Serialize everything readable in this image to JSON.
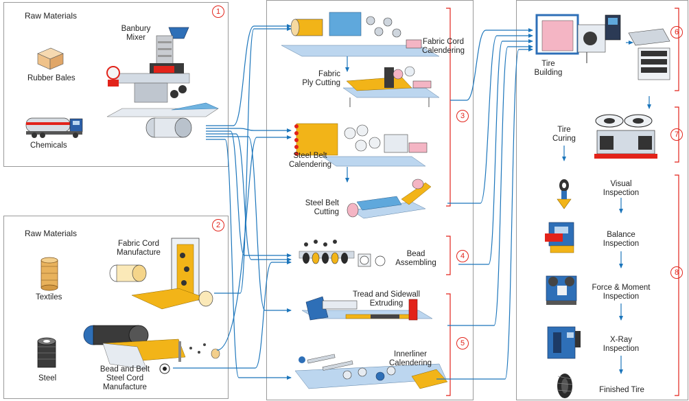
{
  "diagram": {
    "panels": {
      "raw1": {
        "title": "Raw Materials",
        "number": "1",
        "items": [
          "Rubber Bales",
          "Chemicals"
        ],
        "machine": "Banbury\nMixer"
      },
      "raw2": {
        "title": "Raw Materials",
        "number": "2",
        "items": [
          "Textiles",
          "Steel"
        ],
        "fabric_machine": "Fabric  Cord\nManufacture",
        "bead_machine": "Bead and Belt\nSteel Cord\nManufacture"
      },
      "middle": {
        "fabric_cord": "Fabric Cord\nCalendering",
        "ply_cutting": "Fabric\nPly Cutting",
        "steel_calendering": "Steel Belt\nCalendering",
        "steel_cutting": "Steel Belt\nCutting",
        "bead": "Bead\nAssembling",
        "tread": "Tread and Sidewall\nExtruding",
        "innerliner": "Innerliner\nCalendering",
        "numbers": [
          "3",
          "4",
          "5"
        ]
      },
      "right": {
        "tire_building": "Tire\nBuilding",
        "tire_curing": "Tire\nCuring",
        "visual": "Visual\nInspection",
        "balance": "Balance\nInspection",
        "force": "Force & Moment\nInspection",
        "xray": "X-Ray\nInspection",
        "finished": "Finished Tire",
        "numbers": [
          "6",
          "7",
          "8"
        ]
      }
    },
    "colors": {
      "accent_red": "#e2231a",
      "arrow_blue": "#1b75bb",
      "machine_blue": "#2b7fc2",
      "yellow": "#f2b418",
      "panel_border": "#999999"
    }
  }
}
